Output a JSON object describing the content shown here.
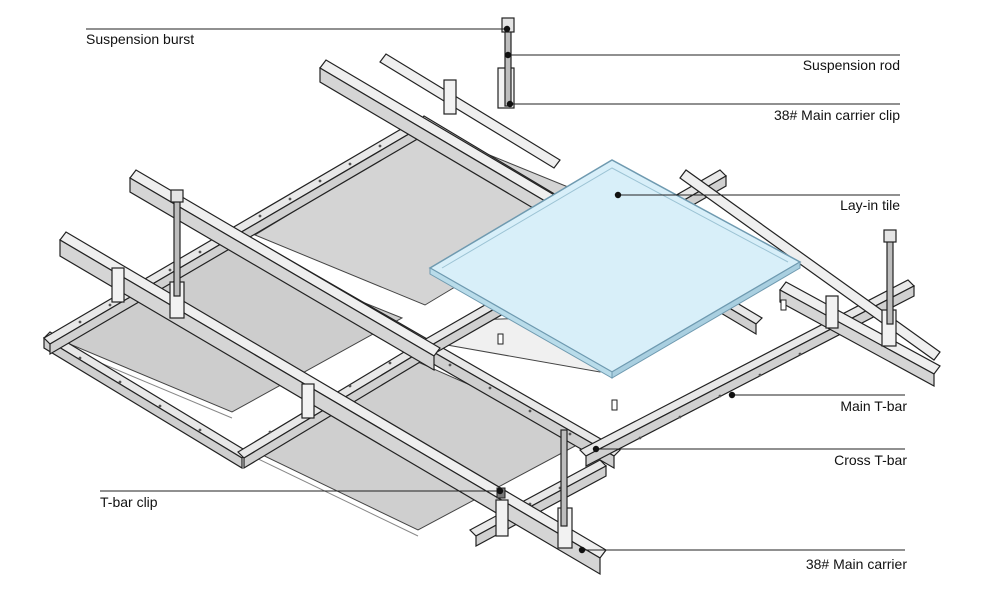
{
  "labels": {
    "suspension_burst": "Suspension burst",
    "suspension_rod": "Suspension rod",
    "main_carrier_clip": "38# Main carrier clip",
    "lay_in_tile": "Lay-in tile",
    "main_t_bar": "Main T-bar",
    "cross_t_bar": "Cross T-bar",
    "t_bar_clip": "T-bar clip",
    "main_carrier": "38# Main carrier"
  },
  "colors": {
    "line": "#222222",
    "metal": "#e6e6e6",
    "metal_dark": "#b9b9b9",
    "panel": "#cfcfcf",
    "panel_top": "#d9d9d9",
    "tile_fill": "#d6eef8",
    "tile_edge": "#7fa8bd",
    "holes": "#555555"
  }
}
